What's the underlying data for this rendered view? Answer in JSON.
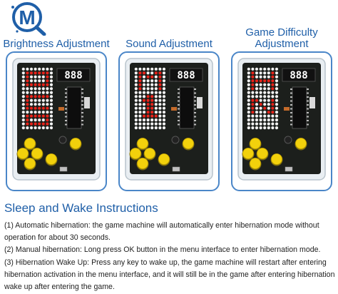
{
  "logo": {
    "letter": "M"
  },
  "colors": {
    "heading": "#1f5fa8",
    "panel_border": "#4a86c8",
    "led_on": "#e8231a",
    "button": "#f2d10c"
  },
  "panels": [
    {
      "heading_line1": "Brightness Adjustment",
      "heading_line2": "",
      "segment_display": "888",
      "led_pattern": "brightness"
    },
    {
      "heading_line1": "Sound Adjustment",
      "heading_line2": "",
      "segment_display": "888",
      "led_pattern": "sound"
    },
    {
      "heading_line1": "Game Difficulty",
      "heading_line2": "Adjustment",
      "segment_display": "888",
      "led_pattern": "difficulty"
    }
  ],
  "instructions": {
    "title": "Sleep and Wake Instructions",
    "items": [
      "(1) Automatic hibernation: the game machine will automatically enter hibernation mode without operation for about 30 seconds.",
      "(2) Manual hibernation: Long press OK button in the menu interface to enter hibernation mode.",
      "(3) Hibernation Wake Up: Press any key to wake up, the game machine will restart after entering hibernation activation in the menu interface, and it will still be in the game after entering hibernation wake up after entering the game."
    ]
  }
}
